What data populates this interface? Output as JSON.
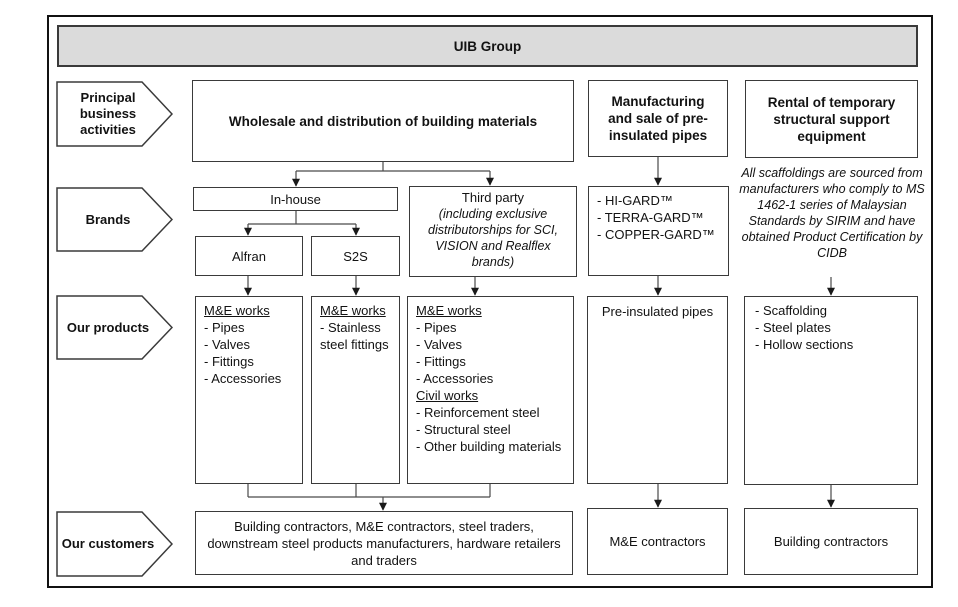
{
  "frame": {
    "title": "UIB Group"
  },
  "side_labels": {
    "activities": "Principal business activities",
    "brands": "Brands",
    "products": "Our products",
    "customers": "Our customers"
  },
  "activities": {
    "wholesale": "Wholesale and distribution of building materials",
    "manufacturing": "Manufacturing and sale of pre-insulated pipes",
    "rental": "Rental of temporary structural support equipment"
  },
  "rental_note": "All scaffoldings are sourced from manufacturers who comply to MS 1462-1 series of Malaysian Standards by SIRIM and have obtained Product Certification by CIDB",
  "brands": {
    "in_house": "In-house",
    "alfran": "Alfran",
    "s2s": "S2S",
    "third_party": "Third party",
    "third_party_note": "(including exclusive distributorships for SCI, VISION and Realflex brands)",
    "pipe_brands": [
      "- HI-GARD™",
      "- TERRA-GARD™",
      "- COPPER-GARD™"
    ]
  },
  "products": {
    "alfran": {
      "heading": "M&E works",
      "items": [
        "- Pipes",
        "- Valves",
        "- Fittings",
        "- Accessories"
      ]
    },
    "s2s": {
      "heading": "M&E works",
      "items": [
        "- Stainless steel fittings"
      ]
    },
    "third_party": {
      "heading_me": "M&E works",
      "items_me": [
        "- Pipes",
        "- Valves",
        "- Fittings",
        "- Accessories"
      ],
      "heading_civil": "Civil works",
      "items_civil": [
        "- Reinforcement steel",
        "- Structural steel",
        "- Other building materials"
      ]
    },
    "pipes": "Pre-insulated pipes",
    "rental": [
      "- Scaffolding",
      "- Steel plates",
      "- Hollow sections"
    ]
  },
  "customers": {
    "wholesale": "Building contractors, M&E contractors, steel traders, downstream steel products manufacturers, hardware retailers and traders",
    "pipes": "M&E contractors",
    "rental": "Building contractors"
  }
}
